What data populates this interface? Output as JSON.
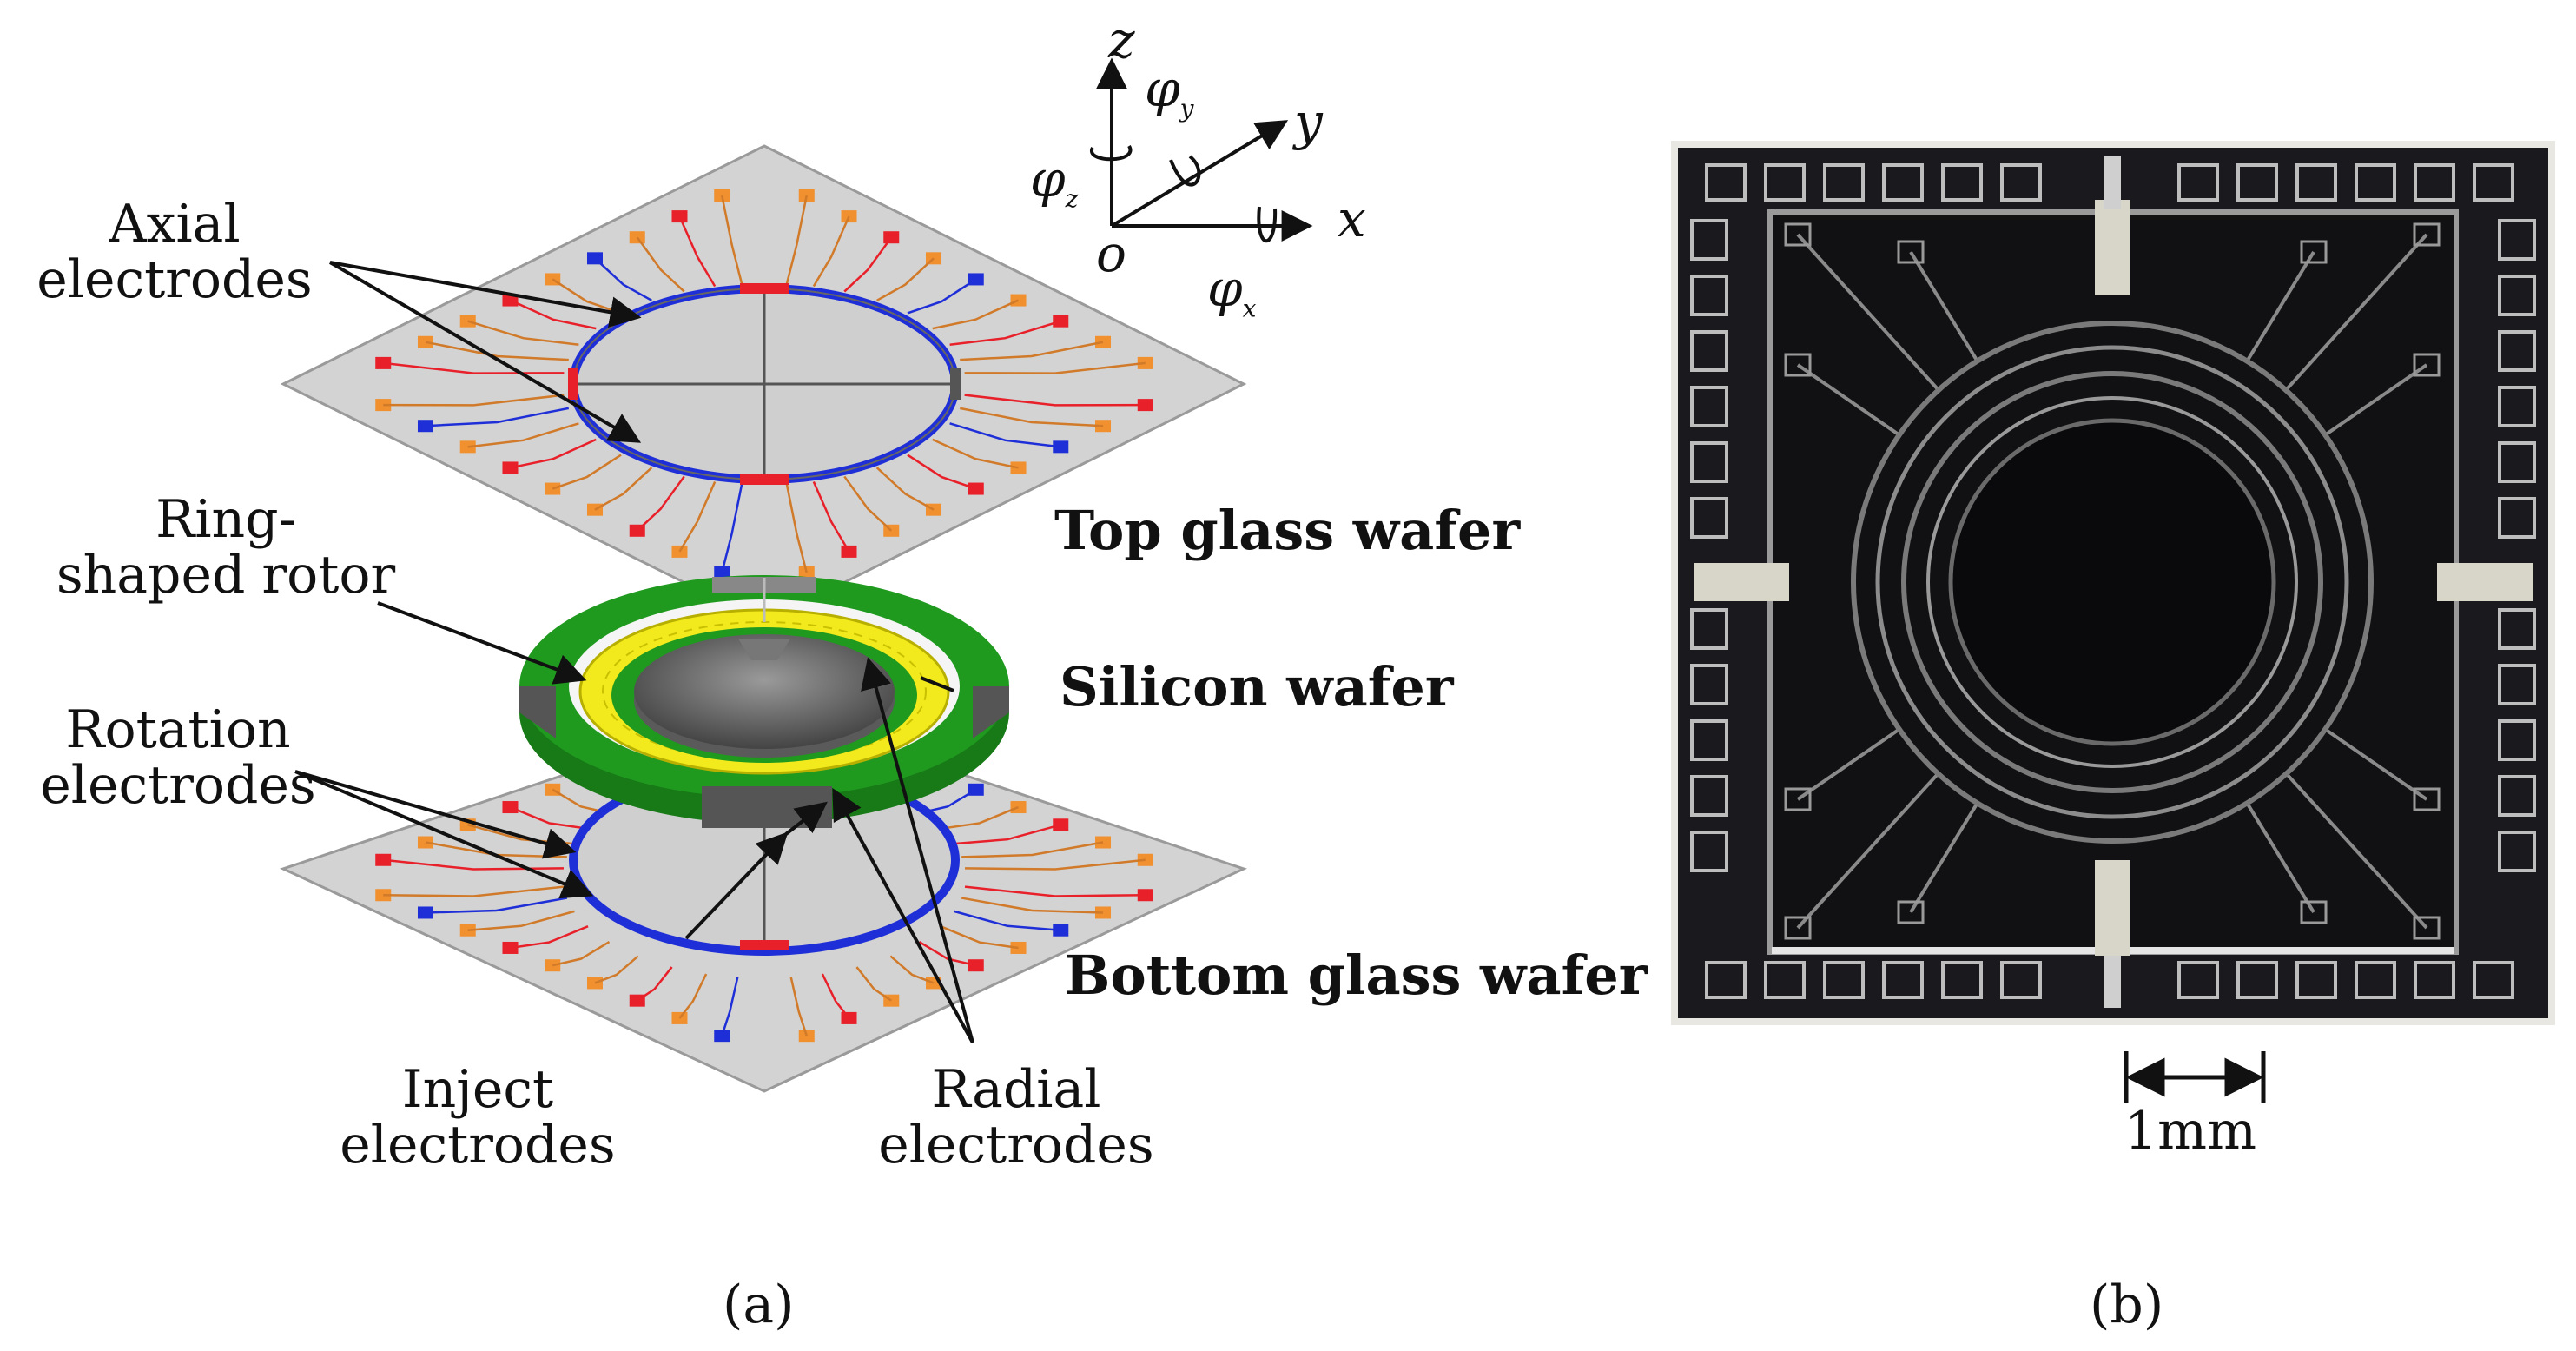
{
  "labels": {
    "axial": [
      "Axial",
      "electrodes"
    ],
    "ring": [
      "Ring-",
      "shaped rotor"
    ],
    "rotation": [
      "Rotation",
      "electrodes"
    ],
    "inject": [
      "Inject",
      "electrodes"
    ],
    "radial": [
      "Radial",
      "electrodes"
    ]
  },
  "wafers": {
    "top": "Top glass wafer",
    "silicon": "Silicon wafer",
    "bottom": "Bottom glass wafer"
  },
  "axes": {
    "z": "z",
    "y": "y",
    "x": "x",
    "o": "o",
    "phi": "φ",
    "sub_z": "z",
    "sub_y": "y",
    "sub_x": "x"
  },
  "scale_bar": "1mm",
  "captions": {
    "a": "(a)",
    "b": "(b)"
  },
  "colors": {
    "plate": "#d3d3d3",
    "pad_orange": "#f0902f",
    "pad_red": "#e8202a",
    "pad_blue": "#1f2fd8",
    "ring_green": "#1f9a1f",
    "ring_yellow": "#f2ea1c",
    "rotor_dark": "#555555",
    "chip_dark": "#1a1a1e"
  }
}
